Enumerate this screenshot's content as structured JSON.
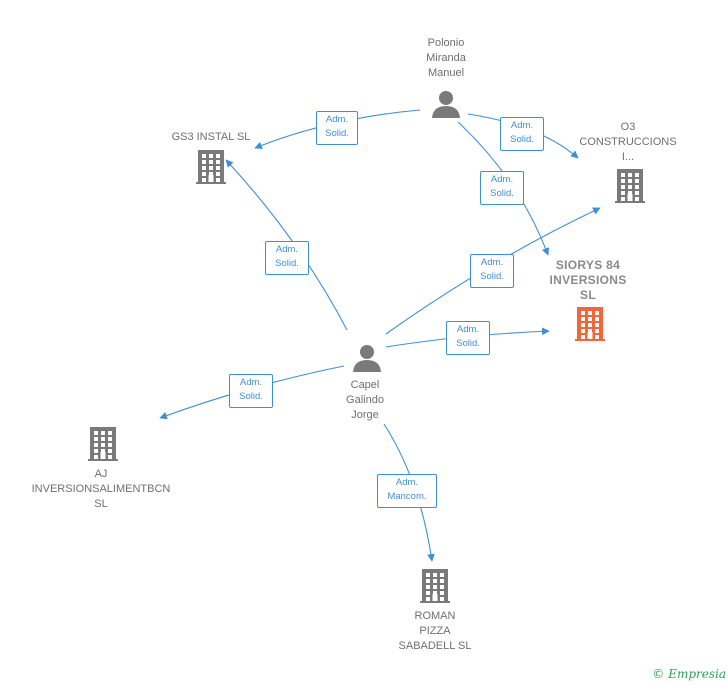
{
  "colors": {
    "edge": "#3f8fd6",
    "company": "#7a7a7a",
    "main_company": "#f2673a",
    "person": "#7a7a7a"
  },
  "nodes": [
    {
      "id": "polonio",
      "kind": "person",
      "label": "Polonio\nMiranda\nManuel",
      "icon": "person-icon"
    },
    {
      "id": "gs3",
      "kind": "company",
      "label": "GS3 INSTAL  SL",
      "icon": "building-icon"
    },
    {
      "id": "o3",
      "kind": "company",
      "label": "O3\nCONSTRUCCIONS\nI...",
      "icon": "building-icon"
    },
    {
      "id": "siorys",
      "kind": "main",
      "label": "SIORYS 84\nINVERSIONS\nSL",
      "icon": "building-icon"
    },
    {
      "id": "capel",
      "kind": "person",
      "label": "Capel\nGalindo\nJorge",
      "icon": "person-icon"
    },
    {
      "id": "aj",
      "kind": "company",
      "label": "AJ\nINVERSIONSALIMENTBCN\nSL",
      "icon": "building-icon"
    },
    {
      "id": "roman",
      "kind": "company",
      "label": "ROMAN\nPIZZA\nSABADELL  SL",
      "icon": "building-icon"
    }
  ],
  "edges": [
    {
      "from": "polonio",
      "to": "gs3",
      "label": "Adm.\nSolid."
    },
    {
      "from": "polonio",
      "to": "o3",
      "label": "Adm.\nSolid."
    },
    {
      "from": "polonio",
      "to": "siorys",
      "label": "Adm.\nSolid."
    },
    {
      "from": "capel",
      "to": "gs3",
      "label": "Adm.\nSolid."
    },
    {
      "from": "capel",
      "to": "o3",
      "label": "Adm.\nSolid."
    },
    {
      "from": "capel",
      "to": "siorys",
      "label": "Adm.\nSolid."
    },
    {
      "from": "capel",
      "to": "aj",
      "label": "Adm.\nSolid."
    },
    {
      "from": "capel",
      "to": "roman",
      "label": "Adm.\nMancom."
    }
  ],
  "footer": {
    "copyright": "©",
    "brand": "Empresia"
  }
}
